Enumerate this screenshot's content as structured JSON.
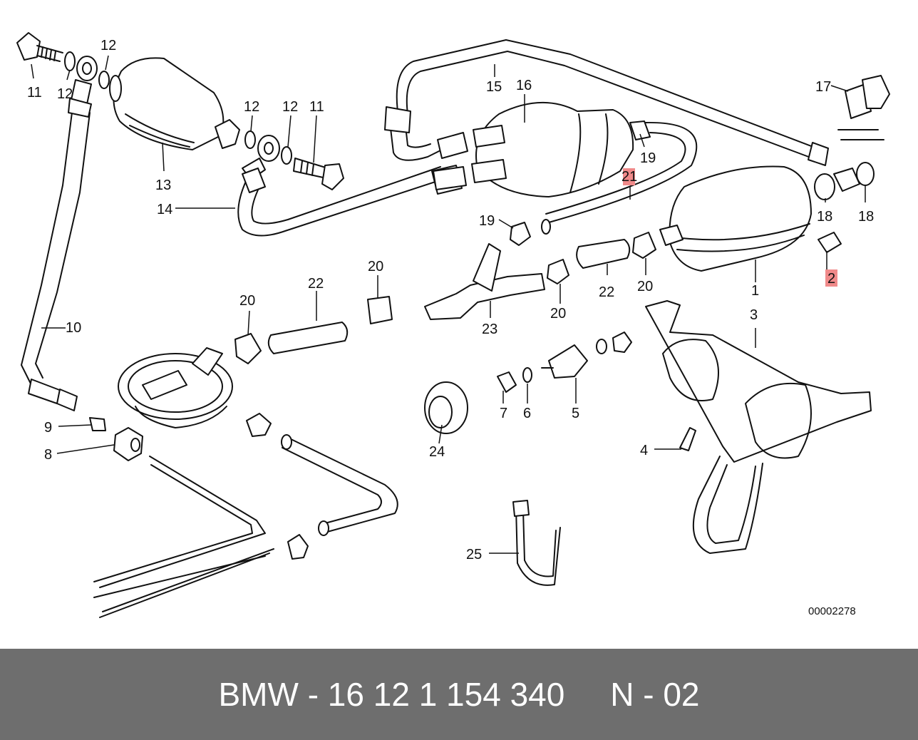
{
  "diagram": {
    "doc_number": "00002278",
    "labels": [
      {
        "text": "11",
        "highlight": false
      },
      {
        "text": "12",
        "highlight": false
      },
      {
        "text": "12",
        "highlight": false
      },
      {
        "text": "13",
        "highlight": false
      },
      {
        "text": "14",
        "highlight": false
      },
      {
        "text": "12",
        "highlight": false
      },
      {
        "text": "12",
        "highlight": false
      },
      {
        "text": "11",
        "highlight": false
      },
      {
        "text": "15",
        "highlight": false
      },
      {
        "text": "16",
        "highlight": false
      },
      {
        "text": "19",
        "highlight": false
      },
      {
        "text": "21",
        "highlight": true
      },
      {
        "text": "17",
        "highlight": false
      },
      {
        "text": "18",
        "highlight": false
      },
      {
        "text": "18",
        "highlight": false
      },
      {
        "text": "19",
        "highlight": false
      },
      {
        "text": "2",
        "highlight": true
      },
      {
        "text": "1",
        "highlight": false
      },
      {
        "text": "20",
        "highlight": false
      },
      {
        "text": "22",
        "highlight": false
      },
      {
        "text": "20",
        "highlight": false
      },
      {
        "text": "20",
        "highlight": false
      },
      {
        "text": "22",
        "highlight": false
      },
      {
        "text": "20",
        "highlight": false
      },
      {
        "text": "23",
        "highlight": false
      },
      {
        "text": "10",
        "highlight": false
      },
      {
        "text": "3",
        "highlight": false
      },
      {
        "text": "7",
        "highlight": false
      },
      {
        "text": "6",
        "highlight": false
      },
      {
        "text": "5",
        "highlight": false
      },
      {
        "text": "9",
        "highlight": false
      },
      {
        "text": "8",
        "highlight": false
      },
      {
        "text": "24",
        "highlight": false
      },
      {
        "text": "4",
        "highlight": false
      },
      {
        "text": "25",
        "highlight": false
      }
    ]
  },
  "footer": {
    "brand": "BMW",
    "part_number": "16 12 1 154 340",
    "ref": "N - 02",
    "text": "BMW - 16 12 1 154 340     N - 02"
  }
}
